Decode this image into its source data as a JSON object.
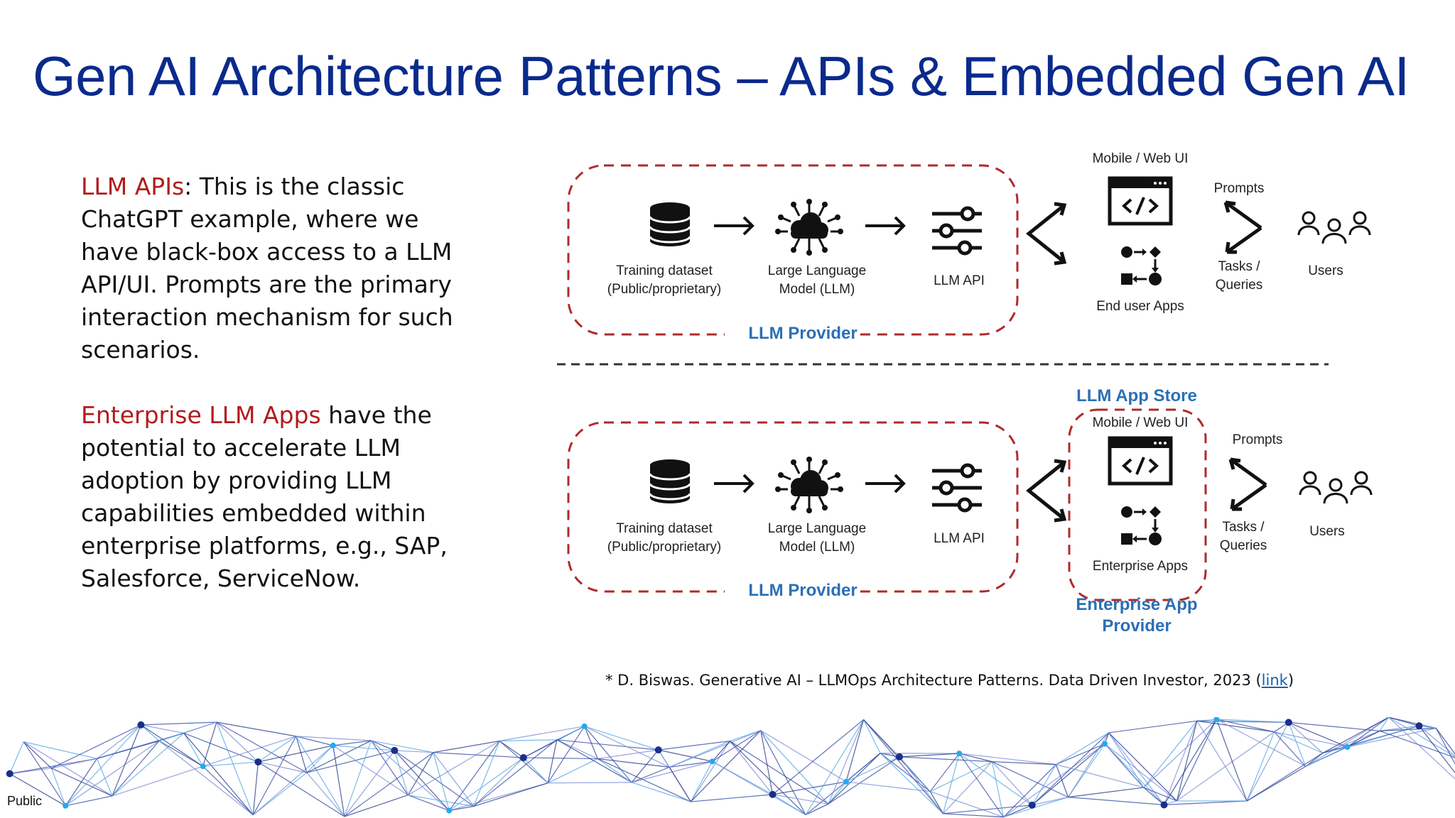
{
  "slide": {
    "title": "Gen AI Architecture Patterns – APIs & Embedded Gen AI",
    "para1": {
      "highlight": "LLM APIs",
      "text": ": This is the classic ChatGPT example, where we have black-box access to a LLM API/UI. Prompts are the primary interaction mechanism for such scenarios."
    },
    "para2": {
      "highlight": "Enterprise LLM Apps",
      "text": " have the potential to accelerate LLM adoption by providing LLM capabilities embedded within enterprise platforms, e.g., SAP, Salesforce, ServiceNow."
    },
    "citation": {
      "text": "* D. Biswas. Generative AI – LLMOps Architecture Patterns. Data Driven Investor, 2023 (",
      "link": "link",
      "close": ")"
    },
    "footer": "Public",
    "colors": {
      "title": "#0a2a8c",
      "highlight": "#b21b1b",
      "provider": "#2b6fb6",
      "dashed_box": "#b02a2a"
    }
  },
  "diagram": {
    "top": {
      "training_1": "Training dataset",
      "training_2": "(Public/proprietary)",
      "llm_1": "Large Language",
      "llm_2": "Model (LLM)",
      "api": "LLM API",
      "provider": "LLM Provider",
      "ui": "Mobile / Web UI",
      "apps": "End user Apps",
      "prompts": "Prompts",
      "tasks_1": "Tasks /",
      "tasks_2": "Queries",
      "users": "Users"
    },
    "bottom": {
      "training_1": "Training dataset",
      "training_2": "(Public/proprietary)",
      "llm_1": "Large Language",
      "llm_2": "Model (LLM)",
      "api": "LLM API",
      "provider": "LLM Provider",
      "store": "LLM App Store",
      "ui": "Mobile / Web UI",
      "apps": "Enterprise Apps",
      "app_provider_1": "Enterprise App",
      "app_provider_2": "Provider",
      "prompts": "Prompts",
      "tasks_1": "Tasks /",
      "tasks_2": "Queries",
      "users": "Users"
    },
    "icons": [
      "database-icon",
      "brain-cloud-icon",
      "sliders-icon",
      "code-window-icon",
      "workflow-icon",
      "users-icon"
    ]
  }
}
